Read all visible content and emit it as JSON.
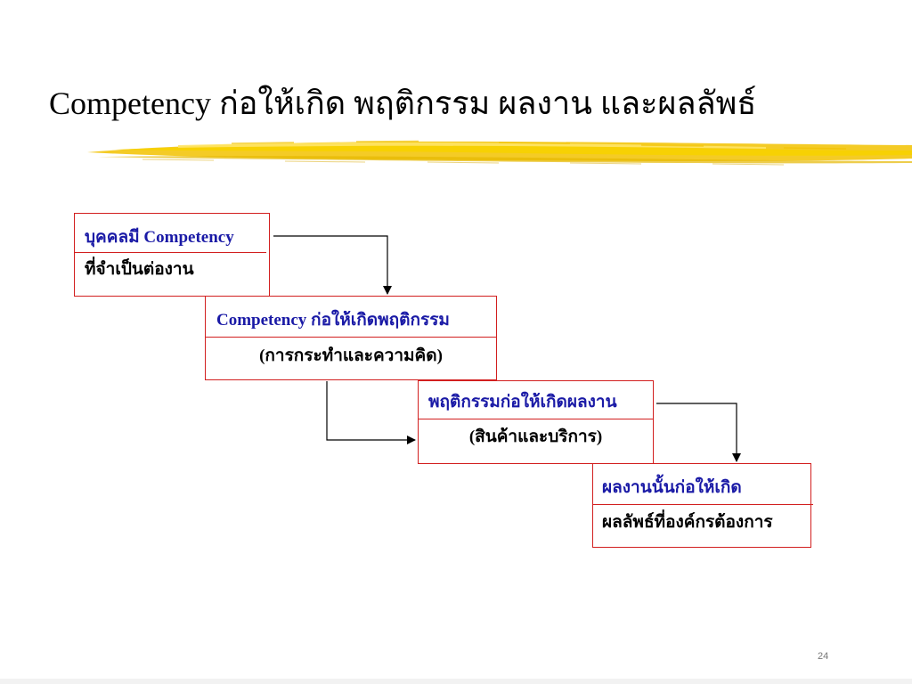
{
  "slide": {
    "title": "Competency ก่อให้เกิด พฤติกรรม ผลงาน และผลลัพธ์",
    "page_number": "24",
    "accent_color": "#f2c200",
    "box_border_color": "#d21f1f",
    "heading_text_color": "#1a1aa6"
  },
  "diagram": {
    "steps": [
      {
        "heading": "บุคคลมี Competency",
        "sub": "ที่จำเป็นต่องาน"
      },
      {
        "heading": "Competency ก่อให้เกิดพฤติกรรม",
        "sub": "(การกระทำและความคิด)"
      },
      {
        "heading": "พฤติกรรมก่อให้เกิดผลงาน",
        "sub": "(สินค้าและบริการ)"
      },
      {
        "heading": "ผลงานนั้นก่อให้เกิด",
        "sub": "ผลลัพธ์ที่องค์กรต้องการ"
      }
    ]
  }
}
